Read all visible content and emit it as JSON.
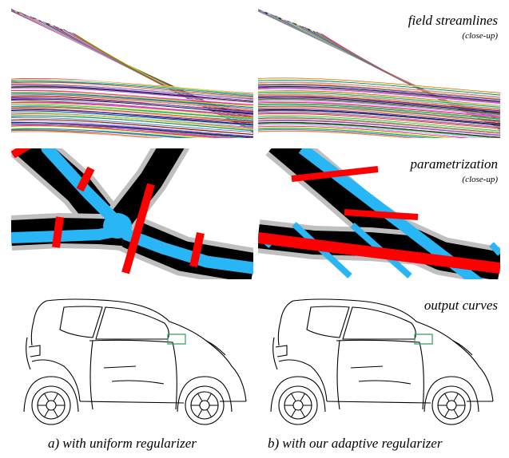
{
  "row_labels": {
    "field": {
      "title": "field streamlines",
      "sub": "(close-up)"
    },
    "param": {
      "title": "parametrization",
      "sub": "(close-up)"
    },
    "curves": {
      "title": "output curves"
    }
  },
  "captions": {
    "left": "a) with uniform regularizer",
    "right": "b) with our adaptive regularizer"
  },
  "colors": {
    "stroke_dark": "#000000",
    "param_blue": "#29b6f6",
    "param_red": "#ff0000",
    "highlight_box": "#2e9e5e"
  }
}
